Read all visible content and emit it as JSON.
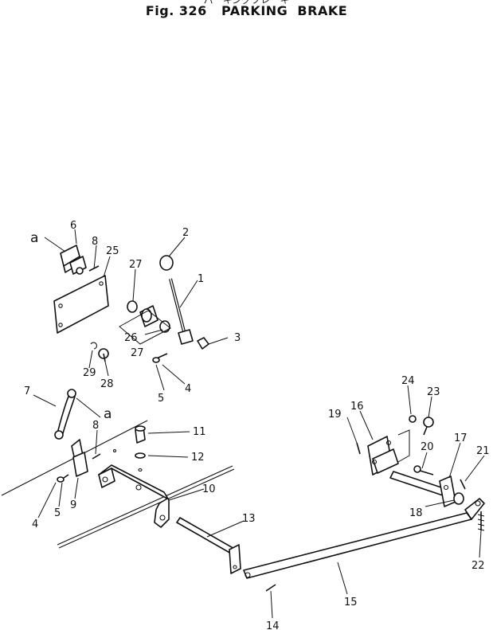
{
  "header": {
    "japanese_subtitle": "パーキングブレーキ",
    "title": "Fig. 326   PARKING  BRAKE"
  },
  "callouts": {
    "p1": "1",
    "p2": "2",
    "p3": "3",
    "p4a": "4",
    "p4b": "4",
    "p5a": "5",
    "p5b": "5",
    "p6": "6",
    "p7": "7",
    "p8a": "8",
    "p8b": "8",
    "p9": "9",
    "p10": "10",
    "p11": "11",
    "p12": "12",
    "p13": "13",
    "p14": "14",
    "p15": "15",
    "p16": "16",
    "p17": "17",
    "p18": "18",
    "p19": "19",
    "p20": "20",
    "p21": "21",
    "p22": "22",
    "p23": "23",
    "p24": "24",
    "p25": "25",
    "p26": "26",
    "p27a": "27",
    "p27b": "27",
    "p28": "28",
    "p29": "29",
    "ref_a1": "a",
    "ref_a2": "a"
  }
}
